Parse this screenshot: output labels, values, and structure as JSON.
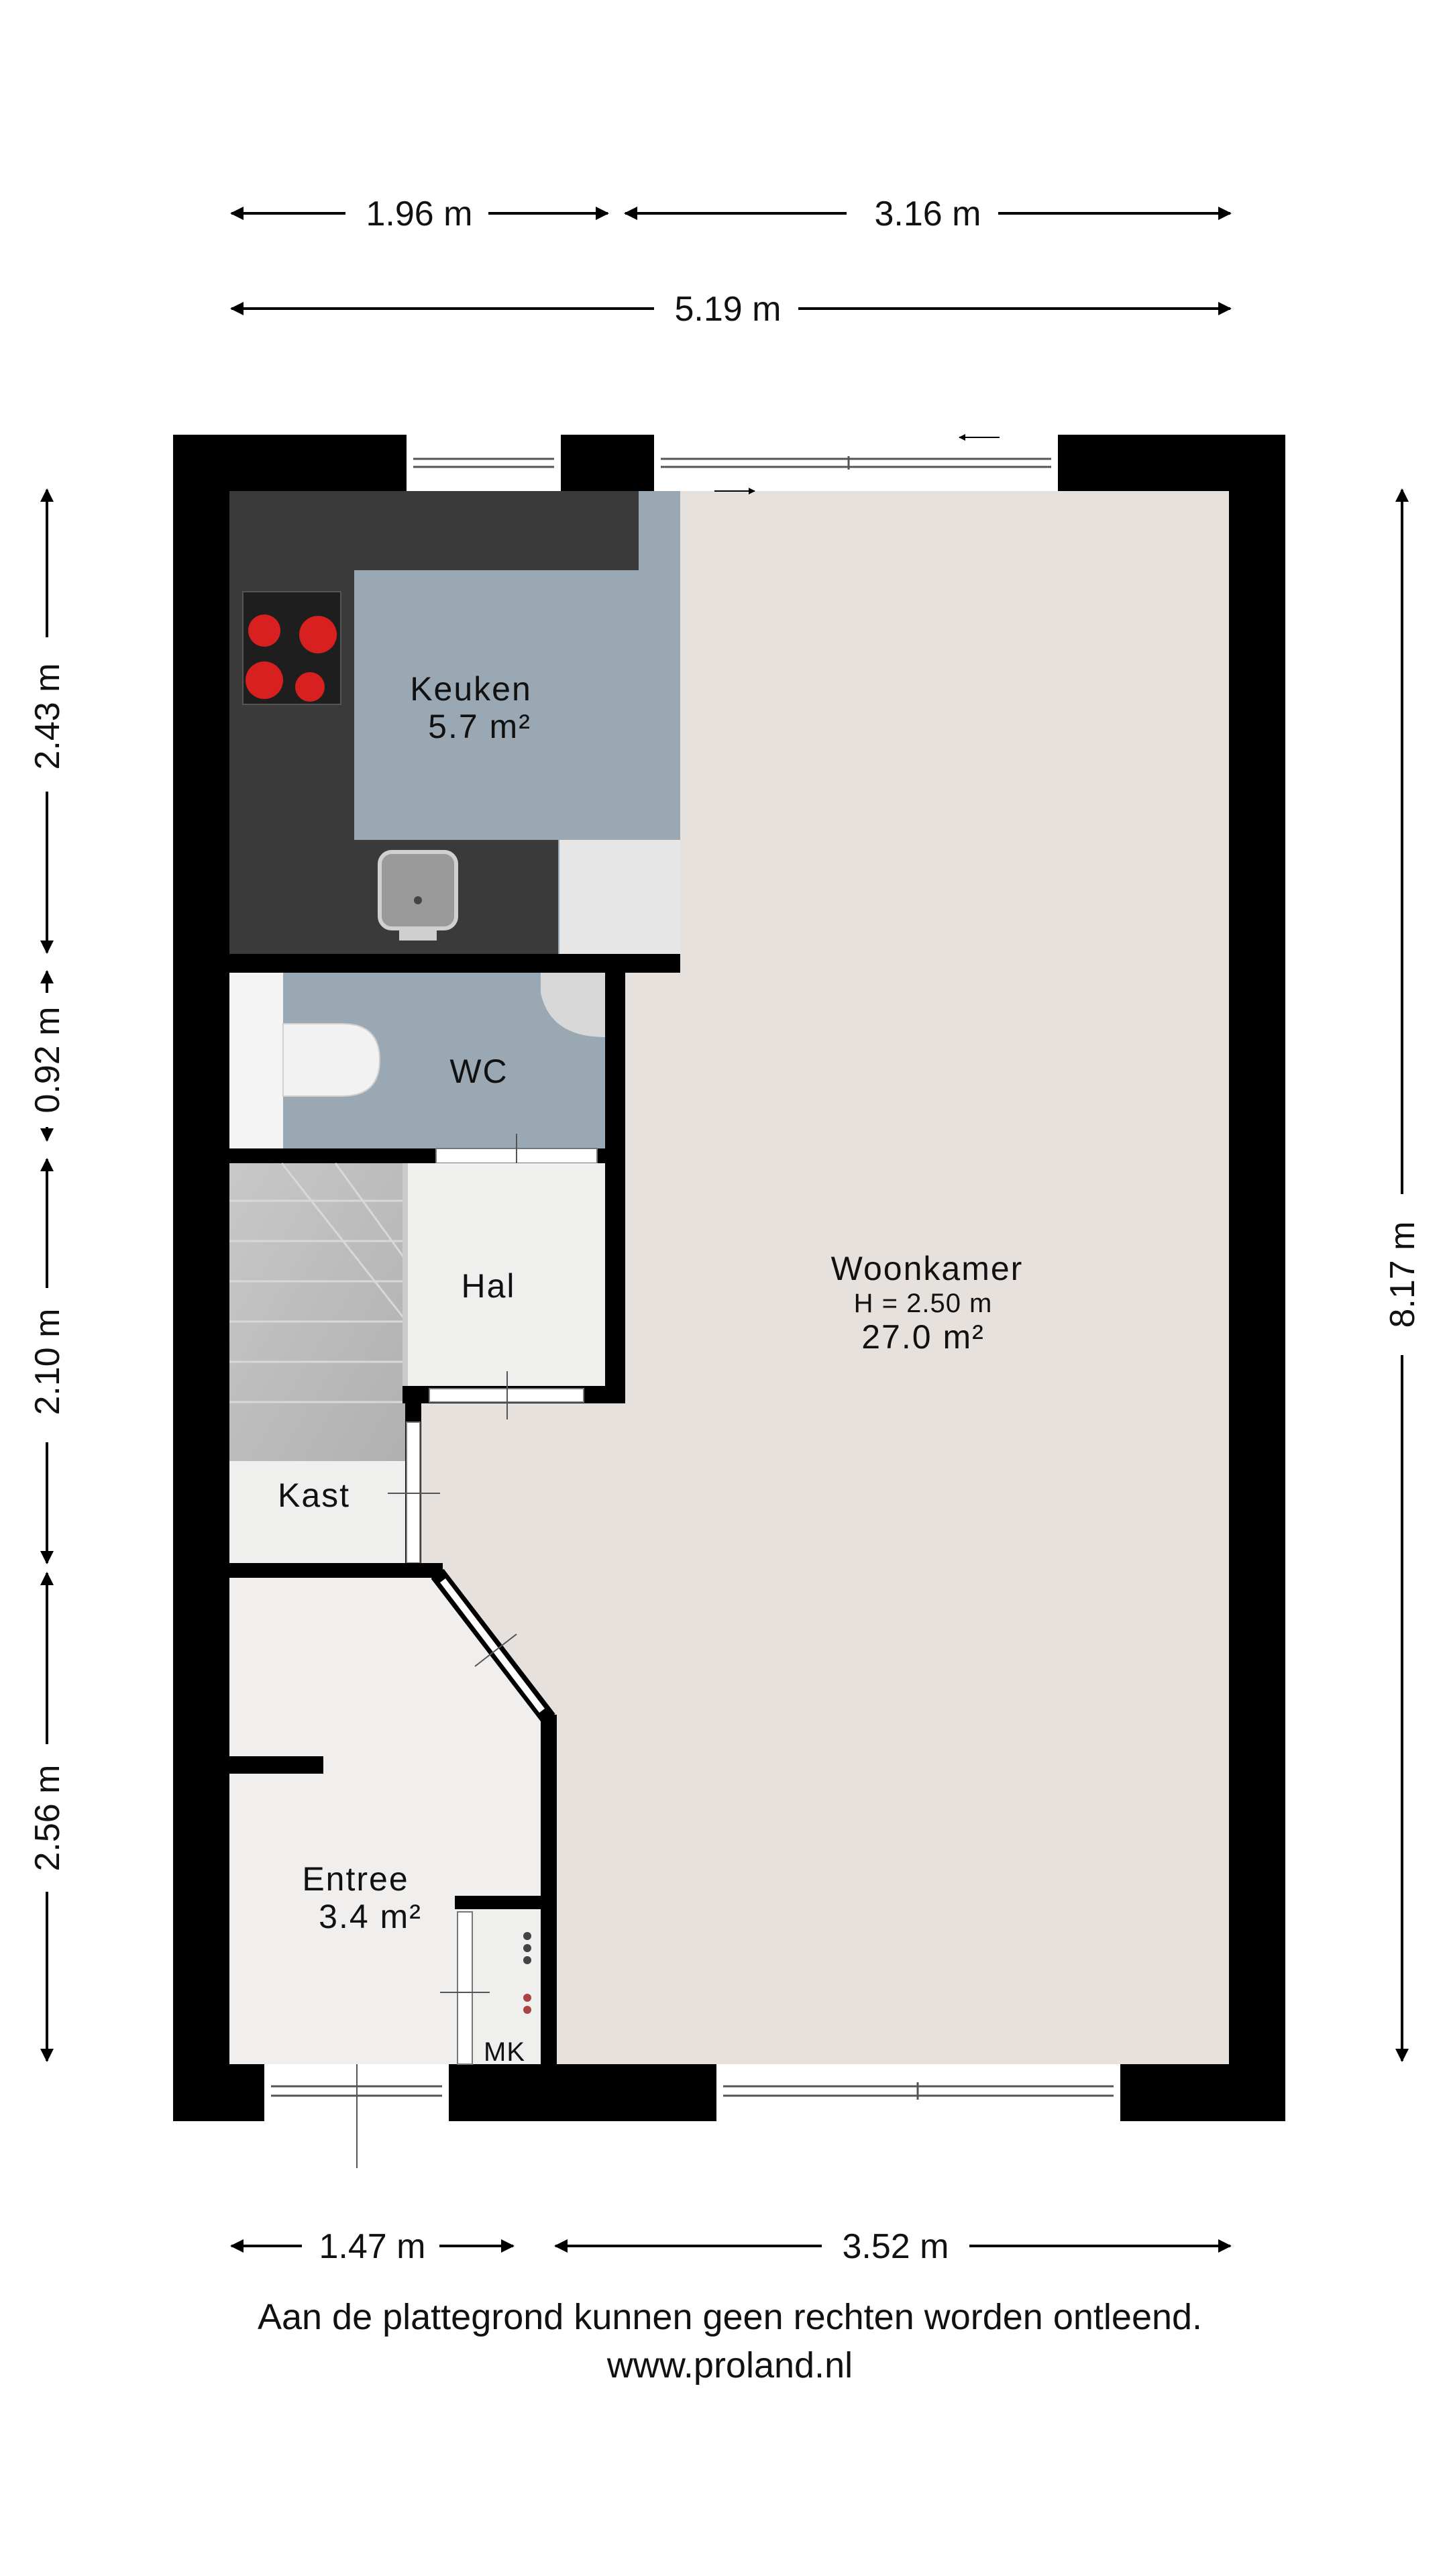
{
  "dimensions": {
    "top_left": "1.96 m",
    "top_right": "3.16 m",
    "top_total": "5.19 m",
    "left_1": "2.43 m",
    "left_2": "0.92 m",
    "left_3": "2.10 m",
    "left_4": "2.56 m",
    "right_total": "8.17 m",
    "bottom_left": "1.47 m",
    "bottom_right": "3.52 m"
  },
  "rooms": {
    "keuken": {
      "name": "Keuken",
      "area": "5.7 m²"
    },
    "wc": {
      "name": "WC"
    },
    "hal": {
      "name": "Hal"
    },
    "kast": {
      "name": "Kast"
    },
    "woonkamer": {
      "name": "Woonkamer",
      "height": "H = 2.50 m",
      "area": "27.0 m²"
    },
    "entree": {
      "name": "Entree",
      "area": "3.4 m²"
    },
    "mk": {
      "name": "MK"
    }
  },
  "footer": {
    "disclaimer": "Aan de plattegrond kunnen geen rechten worden ontleend.",
    "url": "www.proland.nl"
  },
  "colors": {
    "wall": "#000000",
    "woonkamer_floor": "#e6e1dc",
    "wet_floor": "#9aa8b3",
    "light_floor": "#f0efed",
    "counter": "#3a3a3a",
    "stairs": "#bdbdbd",
    "hob_ring": "#d92020"
  }
}
